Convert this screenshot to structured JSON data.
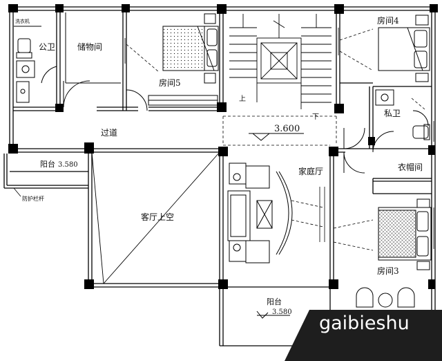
{
  "rooms": {
    "public_bath": "公卫",
    "washer": "洗衣机",
    "storage": "储物间",
    "room5": "房间5",
    "room4": "房间4",
    "private_bath": "私卫",
    "corridor": "过道",
    "balcony_left": "阳台",
    "balcony_left_elev": "3.580",
    "railing": "防护栏杆",
    "living_void": "客厅上空",
    "family_hall": "家庭厅",
    "closet": "衣帽间",
    "room3": "房间3",
    "balcony_bottom": "阳台",
    "balcony_bottom_elev": "3.580",
    "floor_elev": "3.600",
    "stair_up": "上",
    "stair_down": "下"
  },
  "watermark": "gaibieshu"
}
